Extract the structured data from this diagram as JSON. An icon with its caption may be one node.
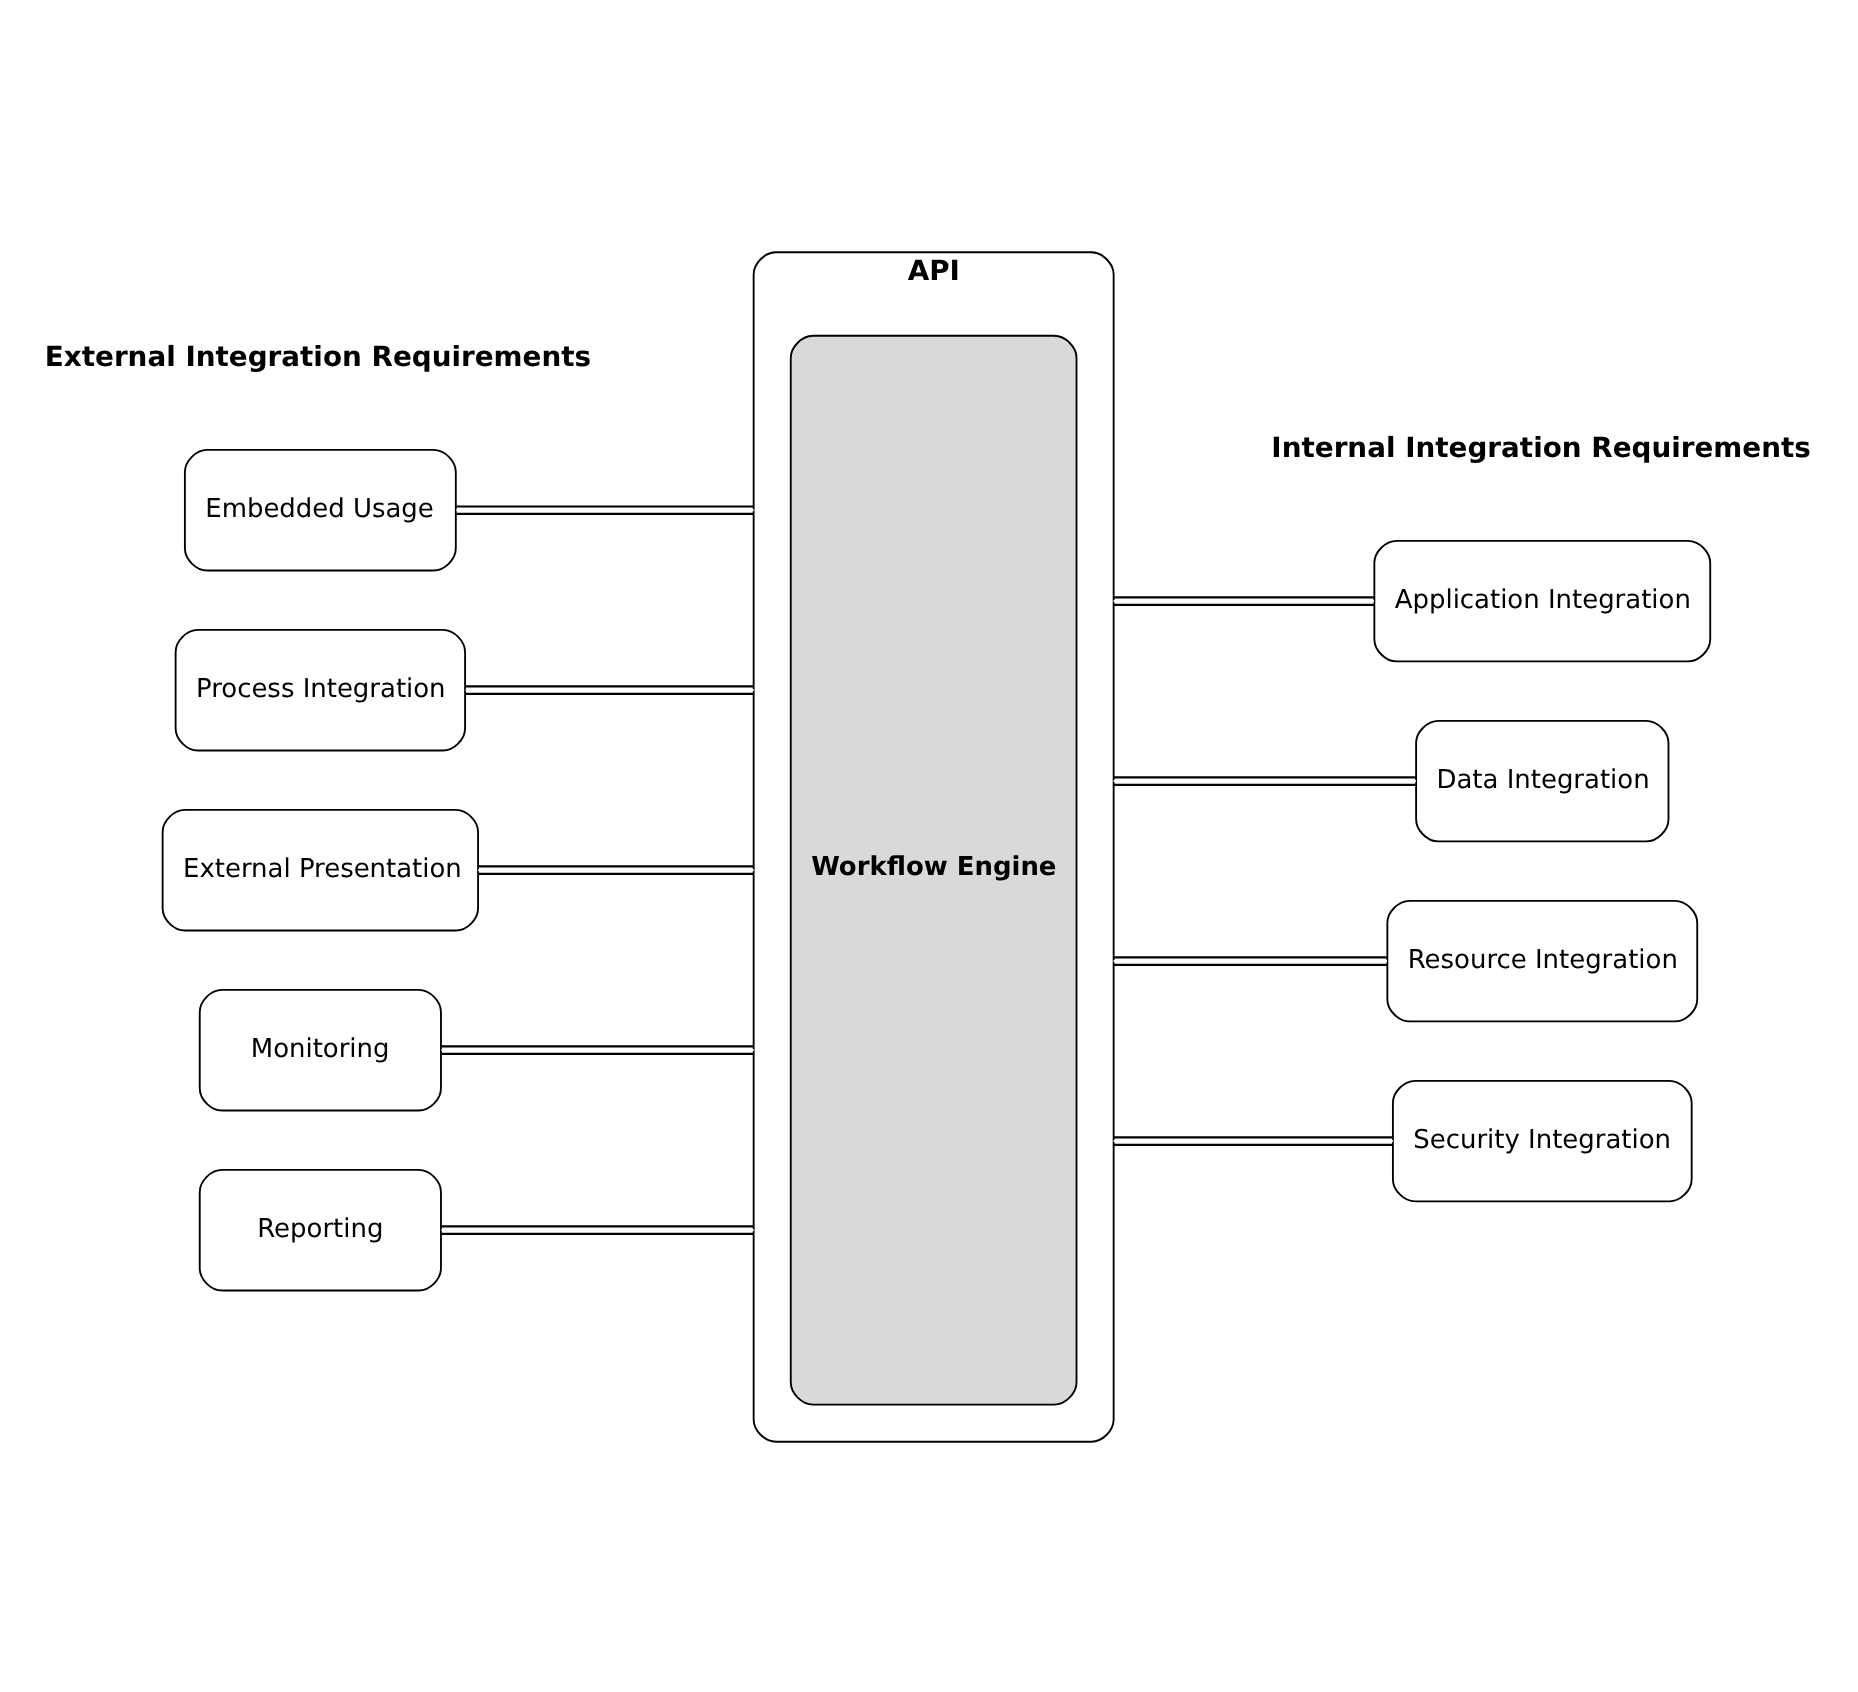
{
  "diagram": {
    "nodes": [
      {
        "text": [
          "API"
        ]
      },
      {
        "text": [
          "Workflow Engine"
        ],
        "in": 0
      },
      {
        "text": [
          "Embedded Usage"
        ]
      },
      {
        "text": [
          "Process Integration"
        ]
      },
      {
        "text": [
          "External Presentation"
        ]
      },
      {
        "text": [
          "Monitoring"
        ]
      },
      {
        "text": [
          "Reporting"
        ]
      },
      {
        "text": [
          "Application Integration"
        ]
      },
      {
        "text": [
          "Data Integration"
        ]
      },
      {
        "text": [
          "Resource Integration"
        ]
      },
      {
        "text": [
          "Security Integration"
        ]
      }
    ],
    "edges": [
      {
        "from": 2,
        "to": 0,
        "arrow": "none"
      },
      {
        "from": 3,
        "to": 0,
        "arrow": "none"
      },
      {
        "from": 4,
        "to": 0,
        "arrow": "none"
      },
      {
        "from": 5,
        "to": 0,
        "arrow": "none"
      },
      {
        "from": 6,
        "to": 0,
        "arrow": "none"
      },
      {
        "from": 0,
        "to": 7,
        "arrow": "none"
      },
      {
        "from": 0,
        "to": 8,
        "arrow": "none"
      },
      {
        "from": 0,
        "to": 9,
        "arrow": "none"
      },
      {
        "from": 0,
        "to": 10,
        "arrow": "none"
      }
    ],
    "labels": [
      "External Integration Requirements",
      "Internal Integration Requirements"
    ]
  }
}
